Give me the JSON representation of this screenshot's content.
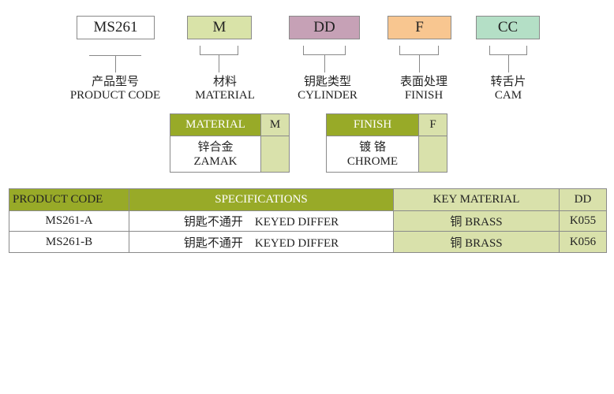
{
  "code_parts": [
    {
      "value": "MS261",
      "label_cn": "产品型号",
      "label_en": "PRODUCT CODE",
      "color": "#ffffff"
    },
    {
      "value": "M",
      "label_cn": "材料",
      "label_en": "MATERIAL",
      "color": "#d9e3a8"
    },
    {
      "value": "DD",
      "label_cn": "钥匙类型",
      "label_en": "CYLINDER",
      "color": "#c6a1b6"
    },
    {
      "value": "F",
      "label_cn": "表面处理",
      "label_en": "FINISH",
      "color": "#f8c690"
    },
    {
      "value": "CC",
      "label_cn": "转舌片",
      "label_en": "CAM",
      "color": "#b4dfc6"
    }
  ],
  "material_table": {
    "header": "MATERIAL",
    "code": "M",
    "value_cn": "锌合金",
    "value_en": "ZAMAK"
  },
  "finish_table": {
    "header": "FINISH",
    "code": "F",
    "value_cn": "镀 铬",
    "value_en": "CHROME"
  },
  "spec_table": {
    "headers": [
      "PRODUCT CODE",
      "SPECIFICATIONS",
      "KEY MATERIAL",
      "DD"
    ],
    "rows": [
      [
        "MS261-A",
        "钥匙不通开　KEYED DIFFER",
        "铜 BRASS",
        "K055"
      ],
      [
        "MS261-B",
        "钥匙不通开　KEYED DIFFER",
        "铜 BRASS",
        "K056"
      ]
    ]
  }
}
